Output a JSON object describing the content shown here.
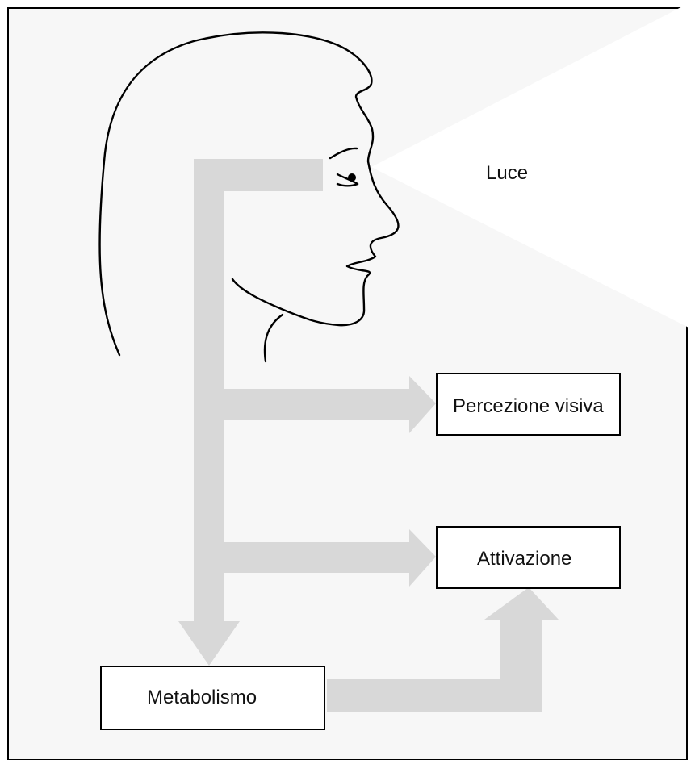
{
  "diagram": {
    "labels": {
      "light": "Luce",
      "visual_perception": "Percezione visiva",
      "activation": "Attivazione",
      "metabolism": "Metabolismo"
    },
    "colors": {
      "background": "#F7F7F7",
      "light_beam": "#FFFFFF",
      "arrow": "#D8D8D8",
      "stroke": "#000000"
    },
    "icons": {
      "head": "human-head-profile-icon"
    }
  }
}
